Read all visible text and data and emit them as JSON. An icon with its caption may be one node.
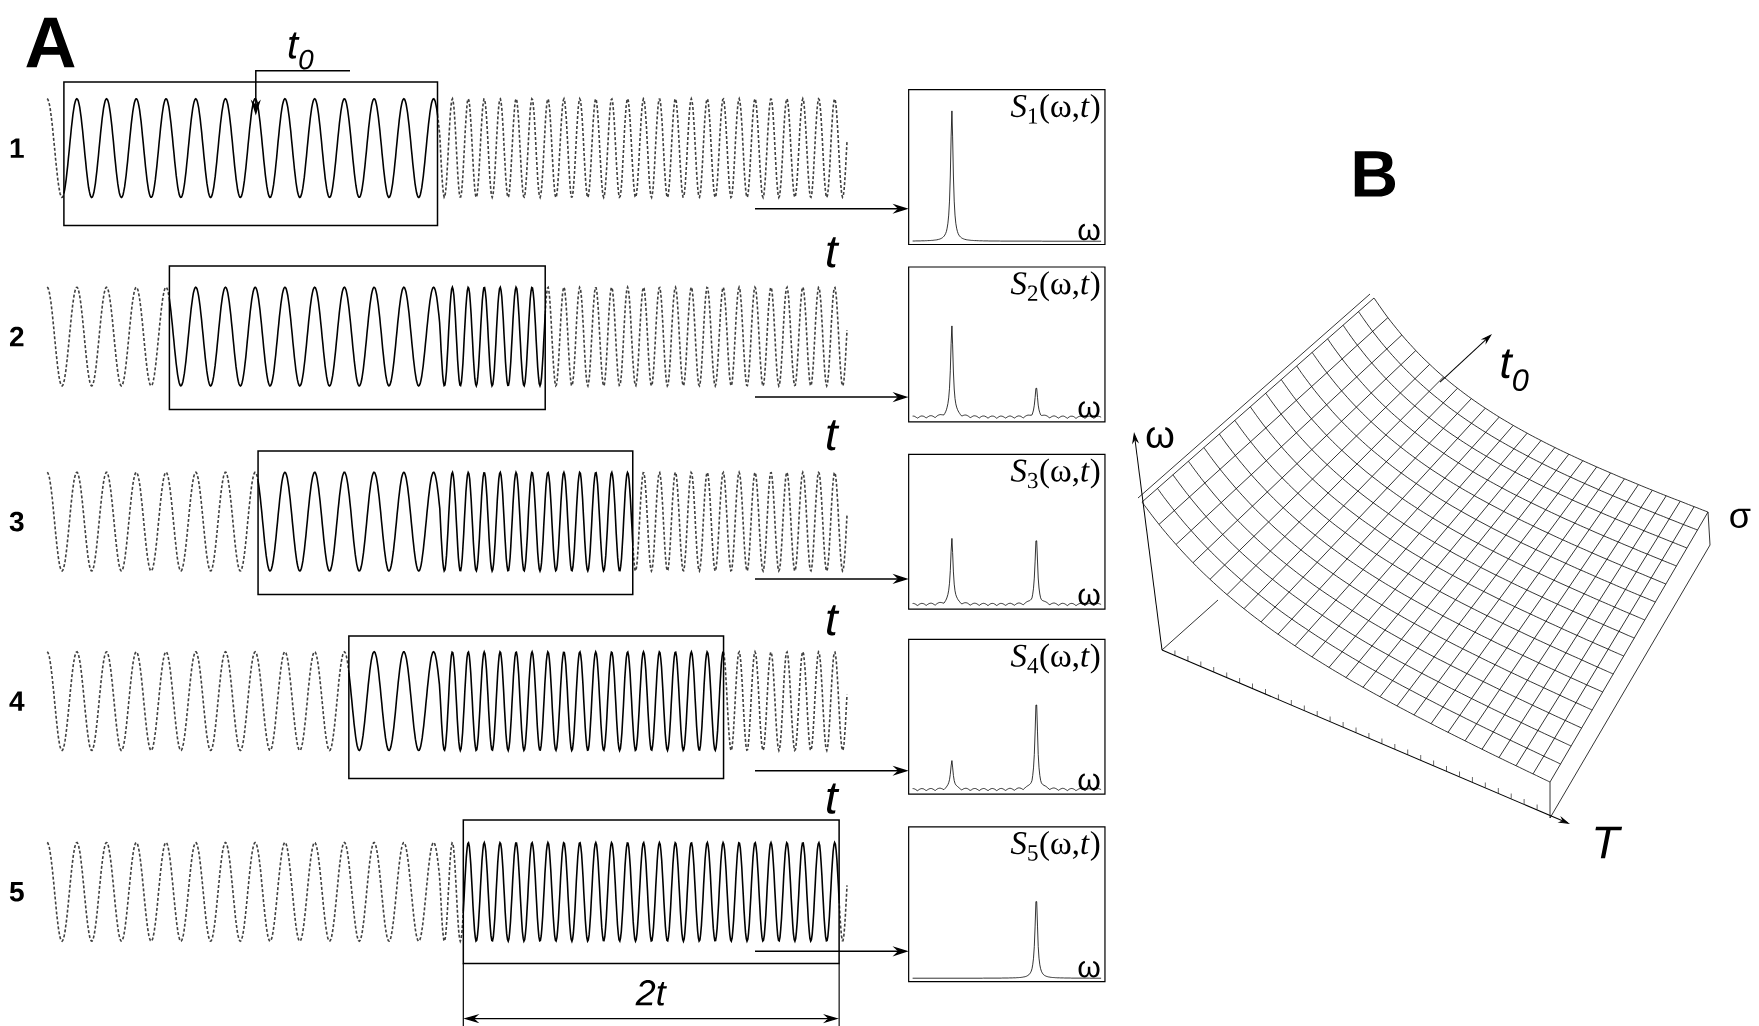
{
  "diagram": {
    "nodes": [
      {
        "text": [
          "t$_{0}$"
        ]
      },
      {
        "text": [],
        "shape": "box"
      },
      {
        "text": [
          "*S*$_{1}$(ω,*t*)",
          "ω"
        ]
      },
      {
        "text": [],
        "shape": "box"
      },
      {
        "text": [
          "*S*$_{2}$(ω,*t*)",
          "ω"
        ]
      },
      {
        "text": [],
        "shape": "box"
      },
      {
        "text": [
          "*S*$_{3}$(ω,*t*)",
          "ω"
        ]
      },
      {
        "text": [],
        "shape": "box"
      },
      {
        "text": [
          "*S*$_{4}$(ω,*t*)",
          "ω"
        ]
      },
      {
        "text": [],
        "shape": "box"
      },
      {
        "text": [
          "*S*$_{5}$(ω,*t*)",
          "ω"
        ]
      }
    ],
    "edges": [
      {
        "from": 0,
        "to": 1,
        "arrow": "to"
      },
      {
        "from": null,
        "to": 2,
        "arrow": "to"
      },
      {
        "from": null,
        "to": 4,
        "arrow": "to"
      },
      {
        "from": null,
        "to": 6,
        "arrow": "to"
      },
      {
        "from": null,
        "to": 8,
        "arrow": "to"
      },
      {
        "from": 9,
        "to": 10,
        "arrow": "to"
      }
    ],
    "labels": [
      "A",
      "1",
      "2",
      "3",
      "4",
      "5",
      "t",
      "t",
      "t",
      "t",
      "2t",
      "B",
      "ω",
      "t$_{0}$",
      "σ",
      "T"
    ]
  }
}
